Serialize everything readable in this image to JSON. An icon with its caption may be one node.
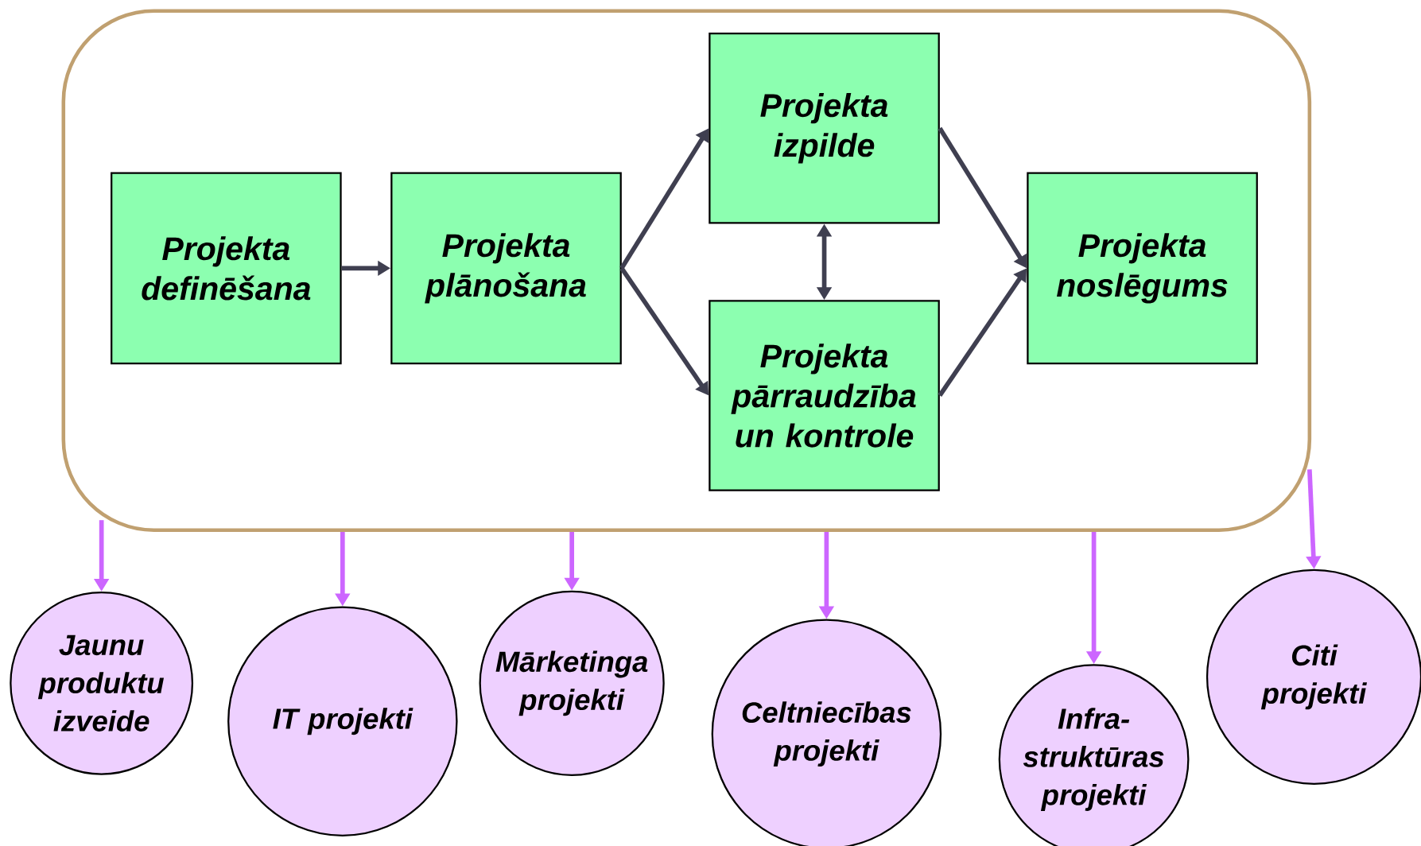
{
  "diagram": {
    "nodes": [
      {
        "text": [],
        "shape": "box"
      },
      {
        "text": [
          "Projekta definēšana"
        ],
        "in": 0
      },
      {
        "text": [
          "Projekta plānošana"
        ],
        "in": 0
      },
      {
        "text": [
          "Projekta izpilde"
        ],
        "in": 0
      },
      {
        "text": [
          "Projekta pārraudzība un kontrole"
        ],
        "in": 0
      },
      {
        "text": [
          "Projekta noslēgums"
        ],
        "in": 0
      },
      {
        "text": [
          "Jaunu produktu izveide"
        ]
      },
      {
        "text": [
          "IT projekti"
        ]
      },
      {
        "text": [
          "Mārketinga projekti"
        ]
      },
      {
        "text": [
          "Celtniecības projekti"
        ]
      },
      {
        "text": [
          "Infra- struktūras projekti"
        ]
      },
      {
        "text": [
          "Citi projekti"
        ]
      }
    ],
    "edges": [
      {
        "from": 1,
        "to": 2,
        "arrow": "to",
        "color": "#3f3f50"
      },
      {
        "from": 2,
        "to": 3,
        "arrow": "to",
        "color": "#3f3f50"
      },
      {
        "from": 2,
        "to": 4,
        "arrow": "to",
        "color": "#3f3f50"
      },
      {
        "from": 3,
        "to": 4,
        "arrow": "both",
        "color": "#3f3f50"
      },
      {
        "from": 3,
        "to": 5,
        "arrow": "to",
        "color": "#3f3f50"
      },
      {
        "from": 4,
        "to": 5,
        "arrow": "to",
        "color": "#3f3f50"
      },
      {
        "from": 0,
        "to": 6,
        "arrow": "to",
        "color": "#cc66ff"
      },
      {
        "from": 0,
        "to": 7,
        "arrow": "to",
        "color": "#cc66ff"
      },
      {
        "from": 0,
        "to": 8,
        "arrow": "to",
        "color": "#cc66ff"
      },
      {
        "from": 0,
        "to": 9,
        "arrow": "to",
        "color": "#cc66ff"
      },
      {
        "from": 0,
        "to": 10,
        "arrow": "to",
        "color": "#cc66ff"
      },
      {
        "from": 0,
        "to": 11,
        "arrow": "to",
        "color": "#cc66ff"
      }
    ]
  }
}
